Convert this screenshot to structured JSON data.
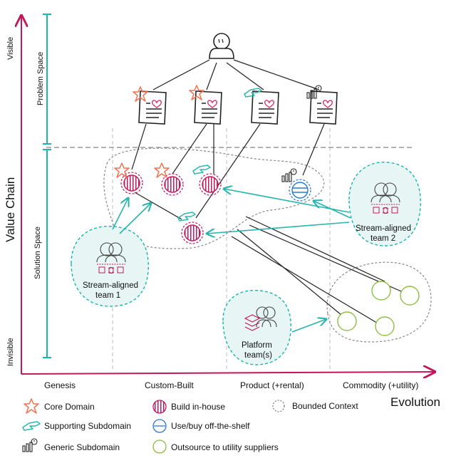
{
  "axes": {
    "y_title": "Value Chain",
    "y_top": "Visible",
    "y_bottom": "Invisible",
    "x_title": "Evolution"
  },
  "spaces": {
    "problem": "Problem Space",
    "solution": "Solution Space"
  },
  "stages": [
    "Genesis",
    "Custom-Built",
    "Product (+rental)",
    "Commodity (+utility)"
  ],
  "teams": {
    "stream1": [
      "Stream-aligned",
      "team 1"
    ],
    "stream2": [
      "Stream-aligned",
      "team 2"
    ],
    "platform": [
      "Platform",
      "team(s)"
    ]
  },
  "legend": {
    "core": "Core Domain",
    "supporting": "Supporting Subdomain",
    "generic": "Generic Subdomain",
    "build": "Build in-house",
    "buy": "Use/buy off-the-shelf",
    "outsource": "Outsource to utility suppliers",
    "bounded": "Bounded Context"
  },
  "colors": {
    "axis": "#c2185b",
    "space_bracket": "#1ab5ad",
    "core": "#f2724f",
    "supporting": "#2bb7b0",
    "build": "#c2185b",
    "buy": "#2a78d0",
    "outsource": "#8cbf3f",
    "team_fill": "#e7f6f4",
    "arrow": "#26b5ad"
  }
}
